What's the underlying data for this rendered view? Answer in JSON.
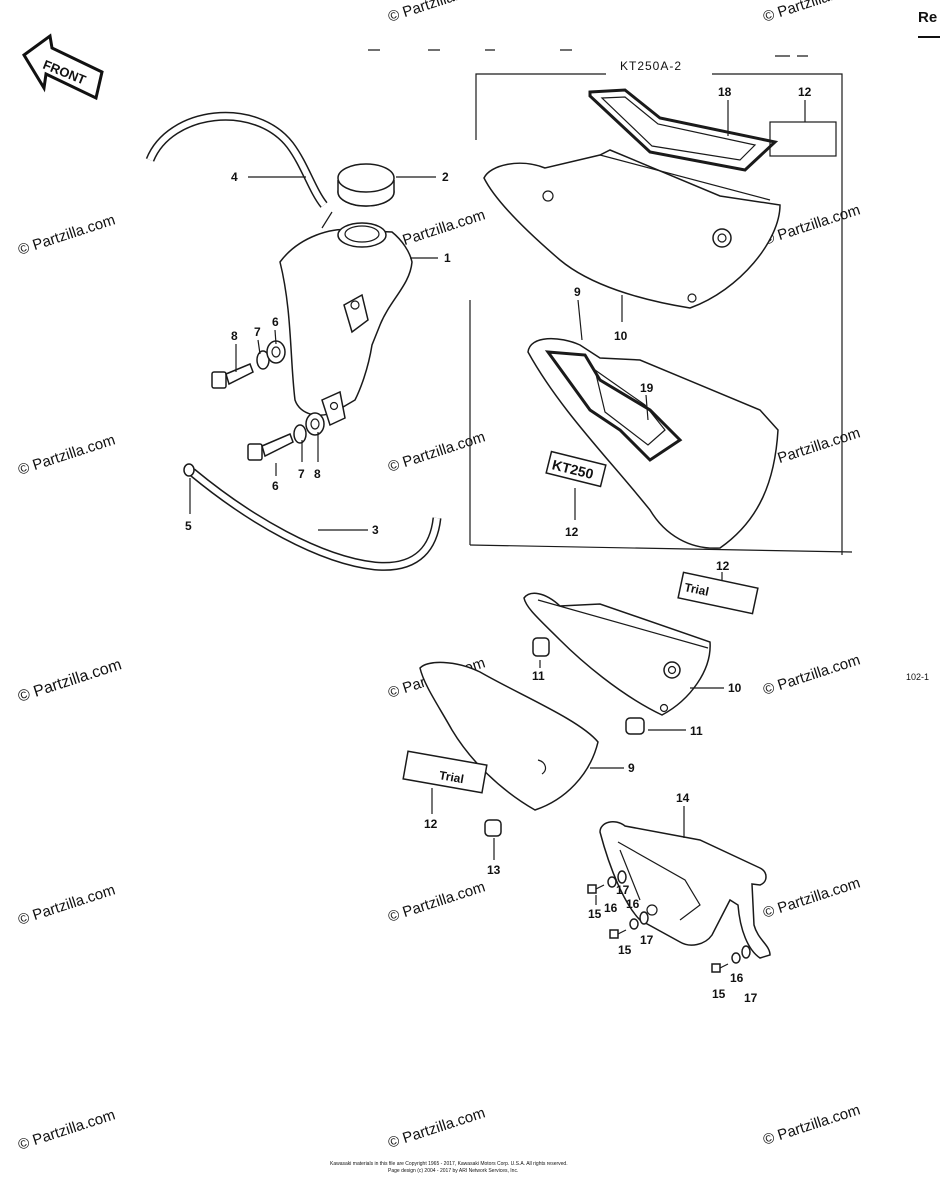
{
  "page": {
    "corner_label": "Re",
    "side_code": "102-1",
    "box_label": "KT250A-2",
    "front_arrow_label": "FRONT",
    "footer_line1": "Kawasaki materials in this file are Copyright 1965 - 2017, Kawasaki Motors Corp. U.S.A. All rights reserved.",
    "footer_line2": "Page design (c) 2004 - 2017 by ARI Network Services, Inc."
  },
  "watermark": {
    "text": "© Partzilla.com"
  },
  "decals": {
    "top_decal": "KT250",
    "left_decal": "Trial",
    "right_decal": "Trial"
  },
  "callouts": {
    "c1": "1",
    "c2": "2",
    "c3": "3",
    "c4": "4",
    "c5": "5",
    "c6a": "6",
    "c6b": "6",
    "c7a": "7",
    "c7b": "7",
    "c8a": "8",
    "c8b": "8",
    "c9a": "9",
    "c9b": "9",
    "c10a": "10",
    "c10b": "10",
    "c11a": "11",
    "c11b": "11",
    "c12a": "12",
    "c12b": "12",
    "c12c": "12",
    "c12d": "12",
    "c13": "13",
    "c14": "14",
    "c15a": "15",
    "c15b": "15",
    "c15c": "15",
    "c16a": "16",
    "c16b": "16",
    "c16c": "16",
    "c17a": "17",
    "c17b": "17",
    "c17c": "17",
    "c18": "18",
    "c19": "19"
  }
}
